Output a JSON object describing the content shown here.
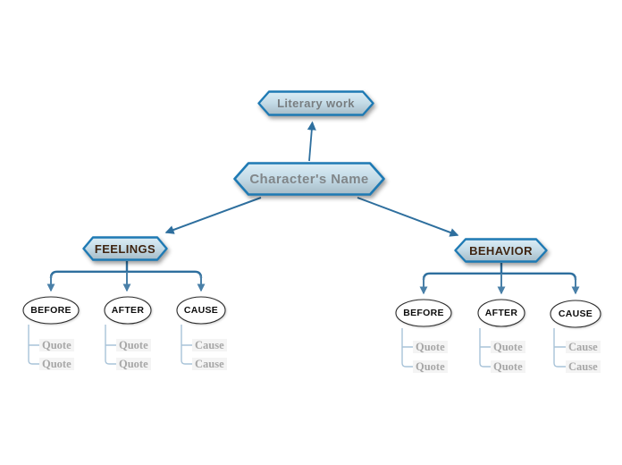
{
  "palette": {
    "node_border": "#1e7ab4",
    "node_fill_top": "#dcedf5",
    "node_fill_mid": "#c3dae6",
    "node_fill_bottom": "#a6bbc6",
    "edge": "#2e6f9e",
    "drop_edge": "#4a80a8",
    "bracket": "#a9c3d8",
    "root_text": "#787d80",
    "branch_text": "#3f2410",
    "leaf_text": "#0d0d0d",
    "item_text": "#a7a7a7",
    "ellipse_stroke": "#2b2b2b",
    "background": "#ffffff"
  },
  "nodes": {
    "literary_work": {
      "label": "Literary work"
    },
    "character_name": {
      "label": "Character's Name"
    }
  },
  "branches": [
    {
      "label": "FEELINGS",
      "children": [
        {
          "label": "BEFORE",
          "items": [
            {
              "label": "Quote"
            },
            {
              "label": "Quote"
            }
          ]
        },
        {
          "label": "AFTER",
          "items": [
            {
              "label": "Quote"
            },
            {
              "label": "Quote"
            }
          ]
        },
        {
          "label": "CAUSE",
          "items": [
            {
              "label": "Cause"
            },
            {
              "label": "Cause"
            }
          ]
        }
      ]
    },
    {
      "label": "BEHAVIOR",
      "children": [
        {
          "label": "BEFORE",
          "items": [
            {
              "label": "Quote"
            },
            {
              "label": "Quote"
            }
          ]
        },
        {
          "label": "AFTER",
          "items": [
            {
              "label": "Quote"
            },
            {
              "label": "Quote"
            }
          ]
        },
        {
          "label": "CAUSE",
          "items": [
            {
              "label": "Cause"
            },
            {
              "label": "Cause"
            }
          ]
        }
      ]
    }
  ]
}
